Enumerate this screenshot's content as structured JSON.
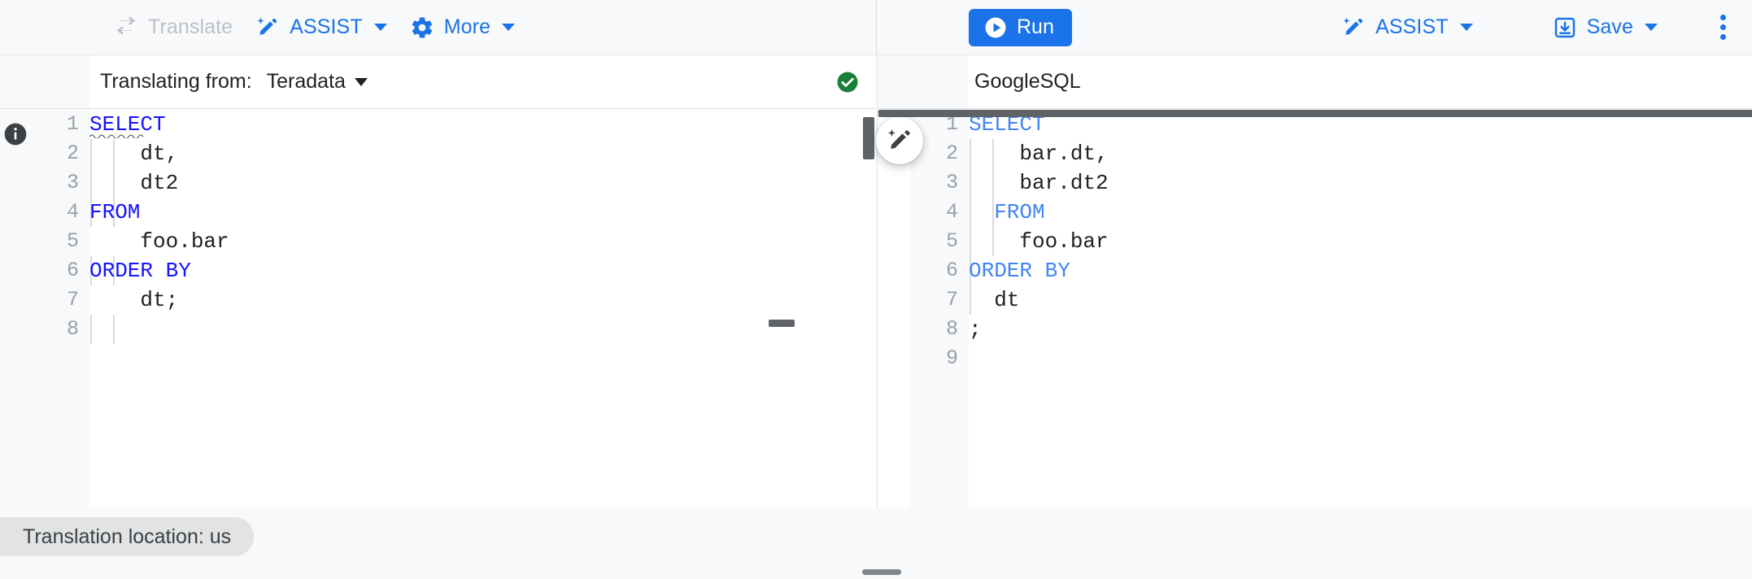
{
  "toolbar": {
    "left_actions": [
      {
        "id": "translate",
        "label": "Translate",
        "icon": "translate-swap-icon",
        "disabled": true
      },
      {
        "id": "assist-left",
        "label": "ASSIST",
        "icon": "assist-sparkle-pencil-icon",
        "has_caret": true
      },
      {
        "id": "more",
        "label": "More",
        "icon": "gear-icon",
        "has_caret": true
      }
    ],
    "right_actions": {
      "run_label": "Run",
      "run_icon": "play-circle-icon",
      "assist_label": "ASSIST",
      "assist_icon": "assist-sparkle-pencil-icon",
      "save_label": "Save",
      "save_icon": "save-download-icon",
      "overflow_icon": "more-vert-icon"
    }
  },
  "source_header": {
    "label": "Translating from:",
    "dialect": "Teradata",
    "caret_icon": "chevron-down-icon",
    "validation_icon": "check-circle-icon",
    "validation_color": "#188038"
  },
  "target_header": {
    "dialect": "GoogleSQL"
  },
  "editors": {
    "source": {
      "name": "source-sql-editor",
      "keyword_color": "#1414ff",
      "line_numbers": [
        "1",
        "2",
        "3",
        "4",
        "5",
        "6",
        "7",
        "8"
      ],
      "lines": [
        {
          "n": 1,
          "indent": 0,
          "keyword": "SELECT",
          "rest": "",
          "squiggly": true
        },
        {
          "n": 2,
          "indent": 0,
          "keyword": "",
          "rest": "    dt,"
        },
        {
          "n": 3,
          "indent": 0,
          "keyword": "",
          "rest": "    dt2"
        },
        {
          "n": 4,
          "indent": 0,
          "keyword": "FROM",
          "rest": ""
        },
        {
          "n": 5,
          "indent": 0,
          "keyword": "",
          "rest": "    foo.bar"
        },
        {
          "n": 6,
          "indent": 0,
          "keyword": "ORDER BY",
          "rest": ""
        },
        {
          "n": 7,
          "indent": 0,
          "keyword": "",
          "rest": "    dt;"
        },
        {
          "n": 8,
          "indent": 0,
          "keyword": "",
          "rest": ""
        }
      ],
      "plain_text": "SELECT\n    dt,\n    dt2\nFROM\n    foo.bar\nORDER BY\n    dt;\n"
    },
    "target": {
      "name": "target-sql-editor",
      "keyword_color": "#4285f4",
      "line_numbers": [
        "1",
        "2",
        "3",
        "4",
        "5",
        "6",
        "7",
        "8",
        "9"
      ],
      "lines": [
        {
          "n": 1,
          "indent": 0,
          "keyword": "SELECT",
          "rest": ""
        },
        {
          "n": 2,
          "indent": 0,
          "keyword": "",
          "rest": "    bar.dt,"
        },
        {
          "n": 3,
          "indent": 0,
          "keyword": "",
          "rest": "    bar.dt2"
        },
        {
          "n": 4,
          "indent": 0,
          "keyword": "  FROM",
          "rest": ""
        },
        {
          "n": 5,
          "indent": 0,
          "keyword": "",
          "rest": "    foo.bar"
        },
        {
          "n": 6,
          "indent": 0,
          "keyword": "ORDER BY",
          "rest": ""
        },
        {
          "n": 7,
          "indent": 0,
          "keyword": "",
          "rest": "  dt"
        },
        {
          "n": 8,
          "indent": 0,
          "keyword": "",
          "rest": ";"
        },
        {
          "n": 9,
          "indent": 0,
          "keyword": "",
          "rest": ""
        }
      ],
      "plain_text": "SELECT\n    bar.dt,\n    bar.dt2\n  FROM\n    foo.bar\nORDER BY\n  dt\n;\n"
    }
  },
  "assist_fab": {
    "icon": "assist-sparkle-pencil-icon",
    "name": "inline-assist-button"
  },
  "status": {
    "chip_label": "Translation location: us"
  },
  "colors": {
    "accent_blue": "#1a73e8",
    "disabled_gray": "#bdc1c6",
    "success_green": "#188038",
    "panel_bg": "#f7f9fa",
    "editor_bg": "#ffffff"
  }
}
